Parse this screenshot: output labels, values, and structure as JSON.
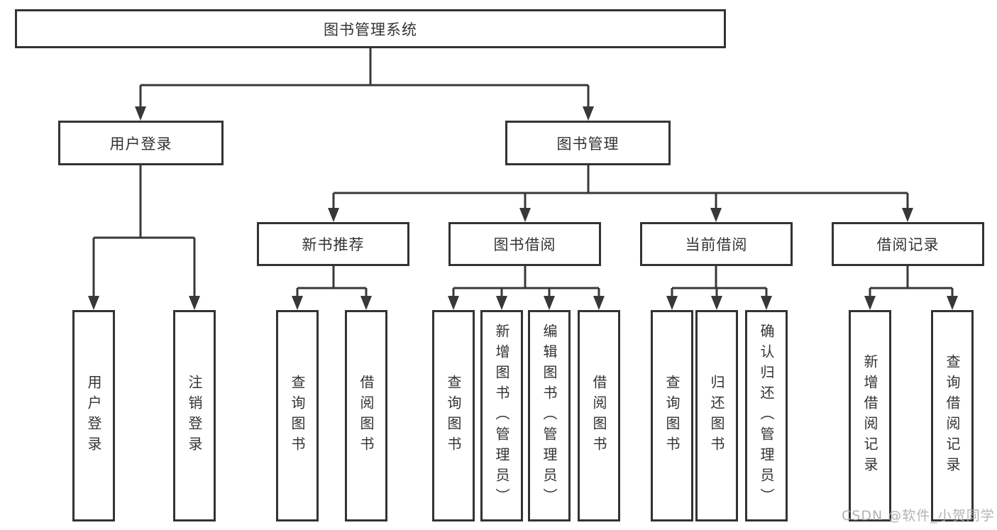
{
  "tree": {
    "label": "图书管理系统",
    "children": [
      {
        "label": "用户登录",
        "children": [
          {
            "label": "用户登录"
          },
          {
            "label": "注销登录"
          }
        ]
      },
      {
        "label": "图书管理",
        "children": [
          {
            "label": "新书推荐",
            "children": [
              {
                "label": "查询图书"
              },
              {
                "label": "借阅图书"
              }
            ]
          },
          {
            "label": "图书借阅",
            "children": [
              {
                "label": "查询图书"
              },
              {
                "label": "新增图书（管理员）"
              },
              {
                "label": "编辑图书（管理员）"
              },
              {
                "label": "借阅图书"
              }
            ]
          },
          {
            "label": "当前借阅",
            "children": [
              {
                "label": "查询图书"
              },
              {
                "label": "归还图书"
              },
              {
                "label": "确认归还（管理员）"
              }
            ]
          },
          {
            "label": "借阅记录",
            "children": [
              {
                "label": "新增借阅记录"
              },
              {
                "label": "查询借阅记录"
              }
            ]
          }
        ]
      }
    ]
  },
  "colors": {
    "line": "#383838",
    "border": "#333333",
    "text": "#333333",
    "watermark": "#ababab"
  },
  "watermark": "CSDN @软件_小贺同学"
}
